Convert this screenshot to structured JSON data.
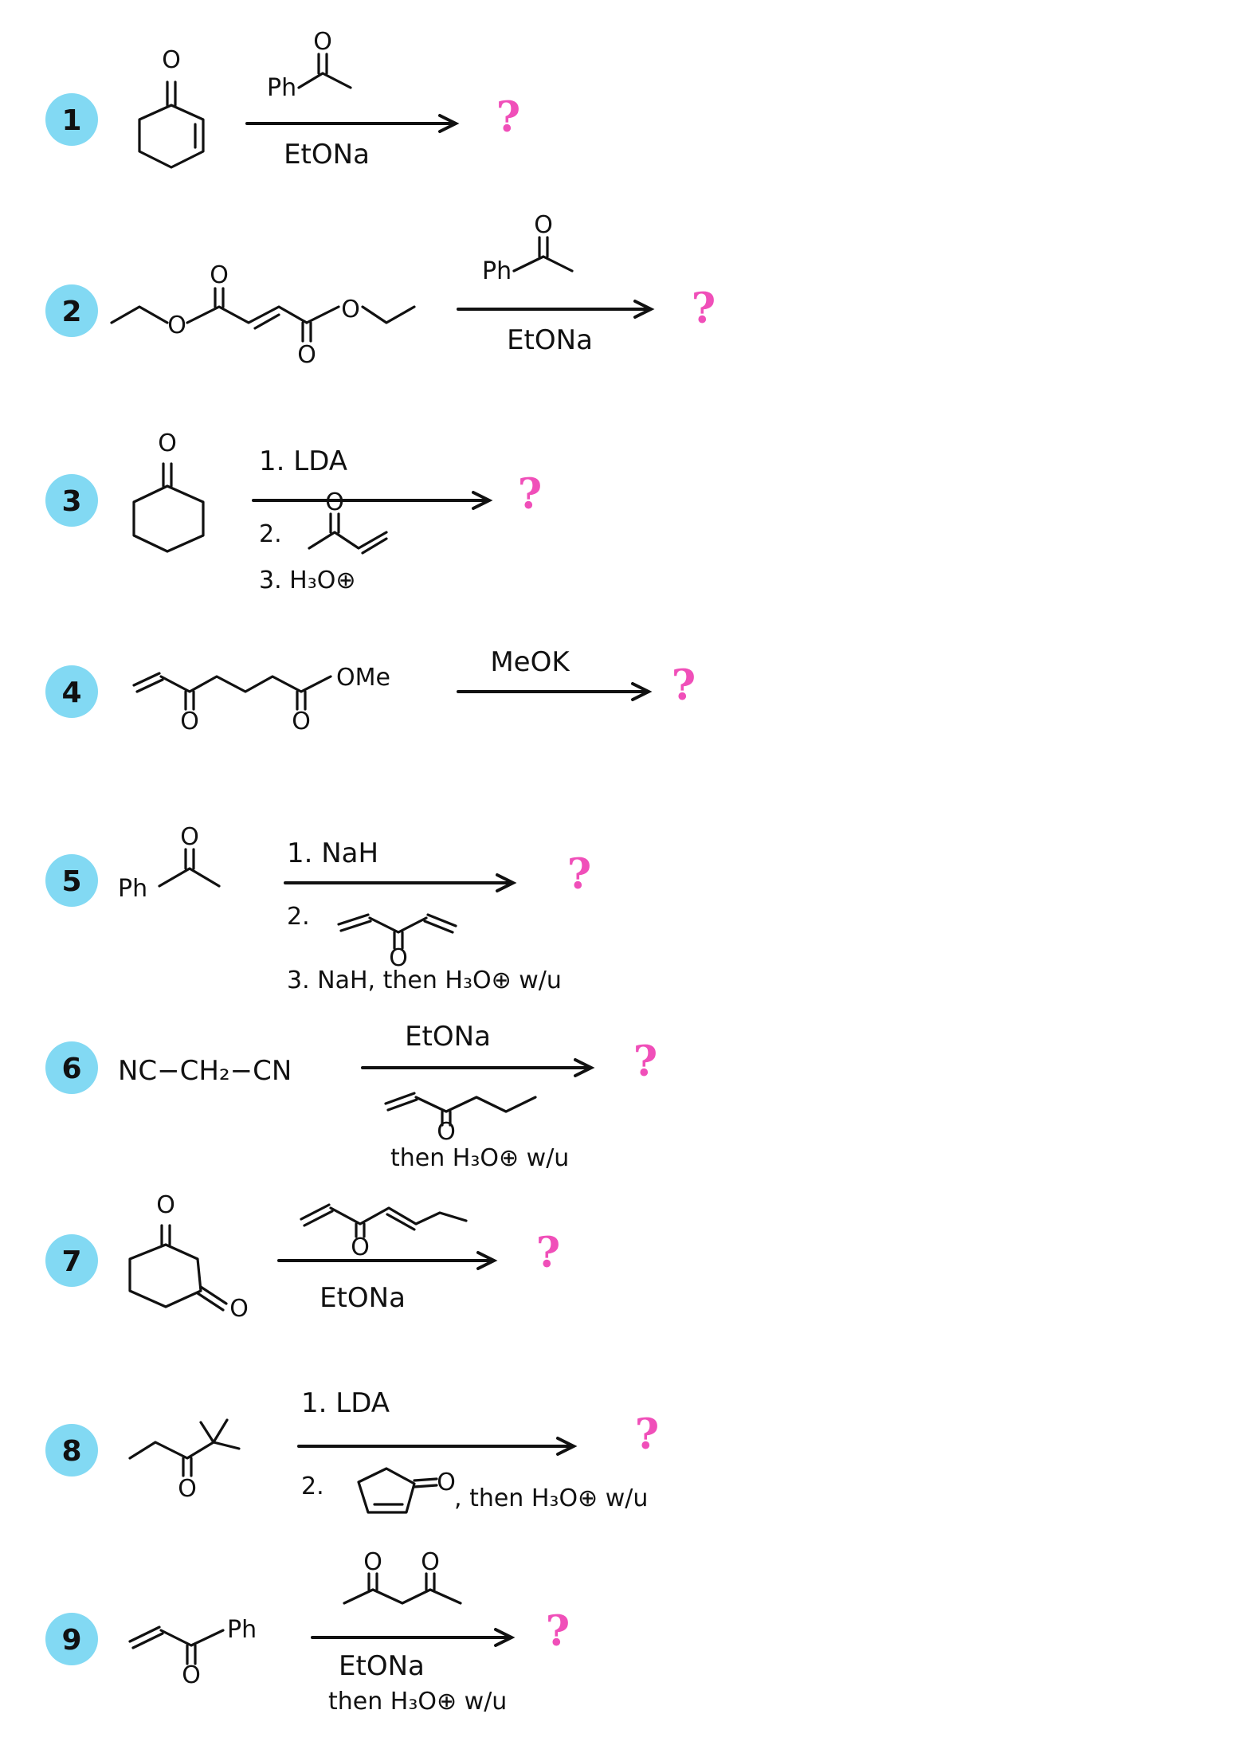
{
  "colors": {
    "badge": "#82d9f3",
    "question": "#f04fb9",
    "ink": "#111111"
  },
  "problems": [
    {
      "number": "1",
      "label_ph": "Ph",
      "reagents_top": "",
      "reagents_bottom": "EtONa",
      "answer": "?"
    },
    {
      "number": "2",
      "label_ph": "Ph",
      "reagents_top": "",
      "reagents_bottom": "EtONa",
      "answer": "?"
    },
    {
      "number": "3",
      "step1": "1. LDA",
      "step2": "2.",
      "step3": "3. H₃O⊕",
      "answer": "?"
    },
    {
      "number": "4",
      "substituent": "OMe",
      "reagents_top": "MeOK",
      "answer": "?"
    },
    {
      "number": "5",
      "label_ph": "Ph",
      "step1": "1. NaH",
      "step2": "2.",
      "step3": "3. NaH, then H₃O⊕ w/u",
      "answer": "?"
    },
    {
      "number": "6",
      "substrate": "NC−CH₂−CN",
      "reagents_top": "EtONa",
      "reagents_bottom": "then H₃O⊕ w/u",
      "answer": "?"
    },
    {
      "number": "7",
      "reagents_bottom": "EtONa",
      "answer": "?"
    },
    {
      "number": "8",
      "step1": "1. LDA",
      "step2": "2.",
      "step2_tail": ", then H₃O⊕ w/u",
      "answer": "?"
    },
    {
      "number": "9",
      "label_ph": "Ph",
      "reagents_bottom1": "EtONa",
      "reagents_bottom2": "then H₃O⊕ w/u",
      "answer": "?"
    }
  ]
}
